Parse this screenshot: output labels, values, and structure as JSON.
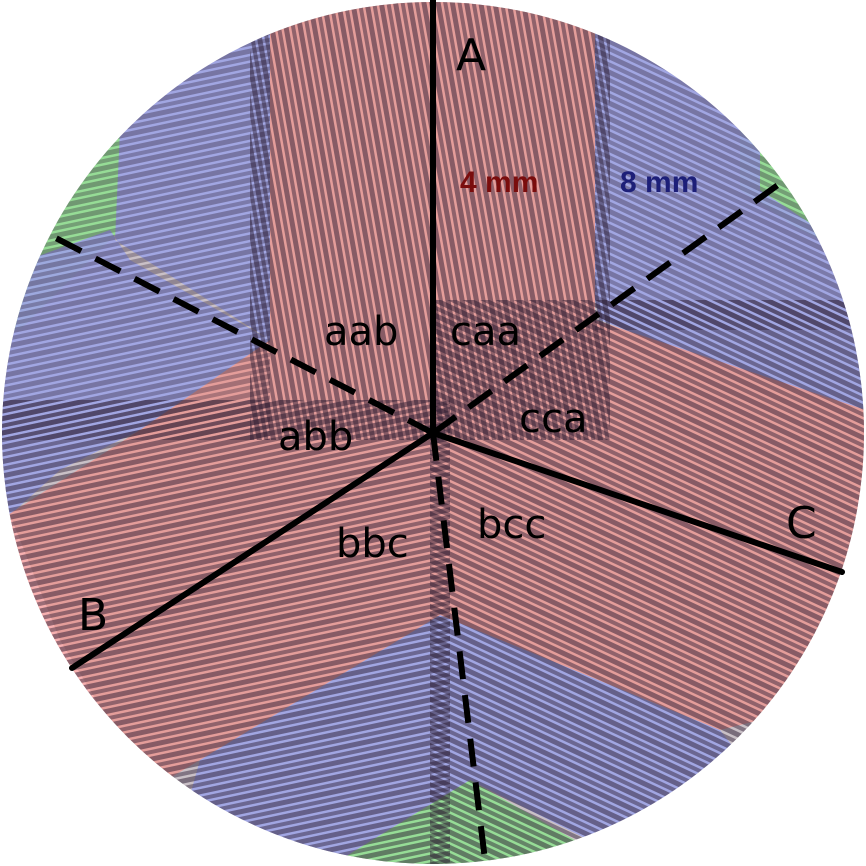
{
  "colors": {
    "inner_zone": "#e69a96",
    "middle_zone": "#9da4e4",
    "outer_zone": "#93dd93",
    "edge_zone": "#f7b0b0",
    "ridge": "#2a1a30",
    "solid_line": "#000000",
    "dashed_line": "#000000",
    "dist_4mm": "#7a0d0d",
    "dist_8mm": "#1d1f78"
  },
  "axes": {
    "A": "A",
    "B": "B",
    "C": "C"
  },
  "sectors": {
    "aab": "aab",
    "caa": "caa",
    "cca": "cca",
    "abb": "abb",
    "bbc": "bbc",
    "bcc": "bcc"
  },
  "distances": {
    "inner": "4 mm",
    "outer": "8 mm"
  },
  "icons": [
    "fingerprint-ridge-texture"
  ]
}
